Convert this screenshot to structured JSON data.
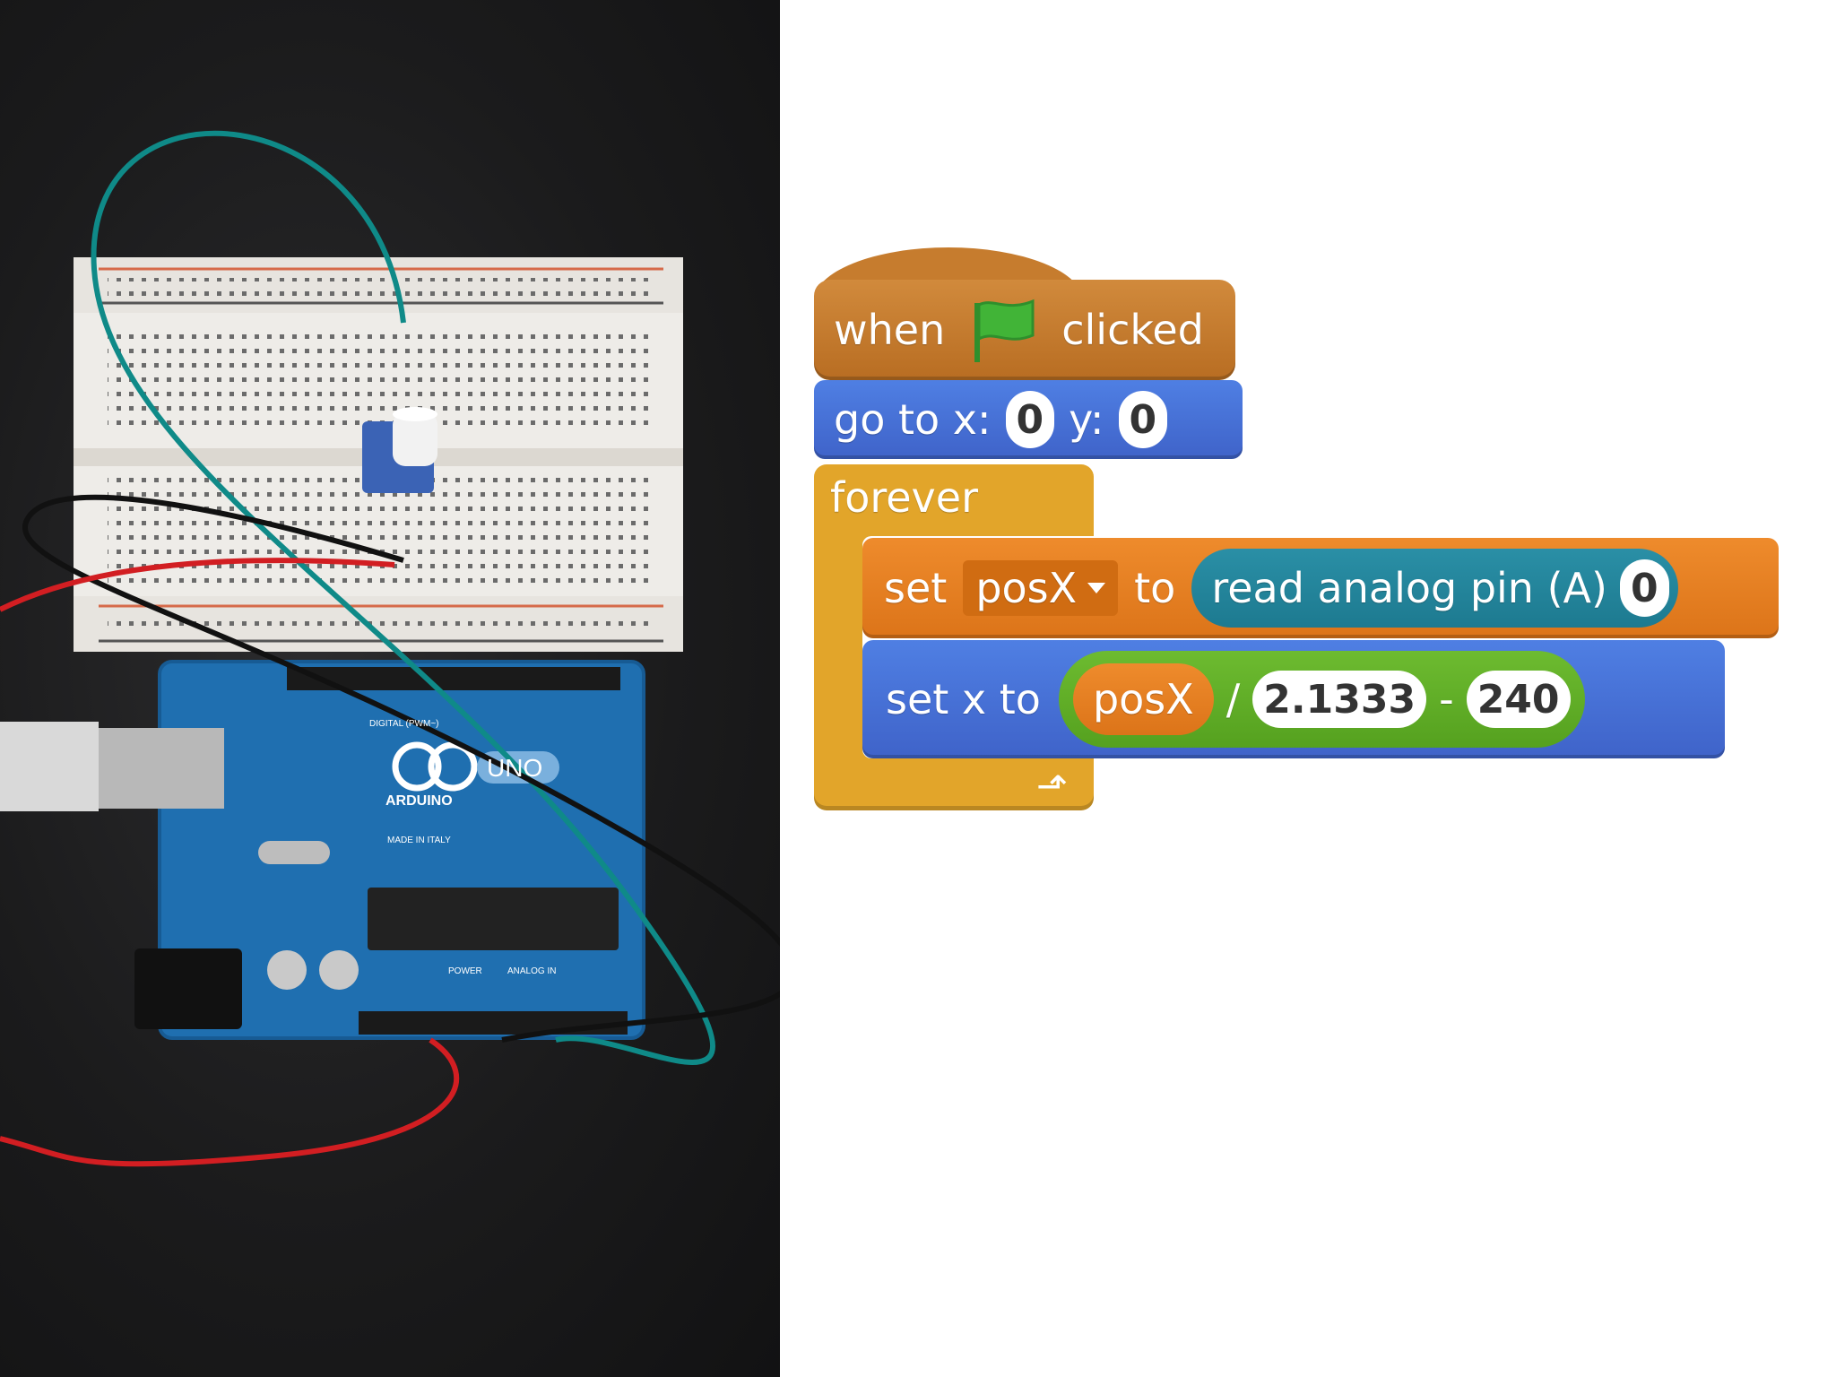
{
  "script": {
    "hat": {
      "when": "when",
      "clicked": "clicked"
    },
    "goto": {
      "label": "go to x:",
      "x": "0",
      "y_label": "y:",
      "y": "0"
    },
    "forever": {
      "label": "forever"
    },
    "set_var": {
      "set": "set",
      "variable": "posX",
      "to": "to",
      "reporter": "read analog pin (A)",
      "pin": "0"
    },
    "set_x": {
      "label": "set x to",
      "var": "posX",
      "div": "/",
      "divisor": "2.1333",
      "minus": "-",
      "offset": "240"
    }
  },
  "photo": {
    "board_logo": "UNO",
    "brand": "ARDUINO",
    "made_in": "MADE IN ITALY",
    "digital": "DIGITAL (PWM~)",
    "power": "POWER",
    "analog": "ANALOG IN"
  },
  "colors": {
    "events": "#c67c2e",
    "motion": "#4a74dd",
    "control": "#e2a52a",
    "variables": "#e8801f",
    "sensing": "#2389a1",
    "operators": "#62b028"
  }
}
